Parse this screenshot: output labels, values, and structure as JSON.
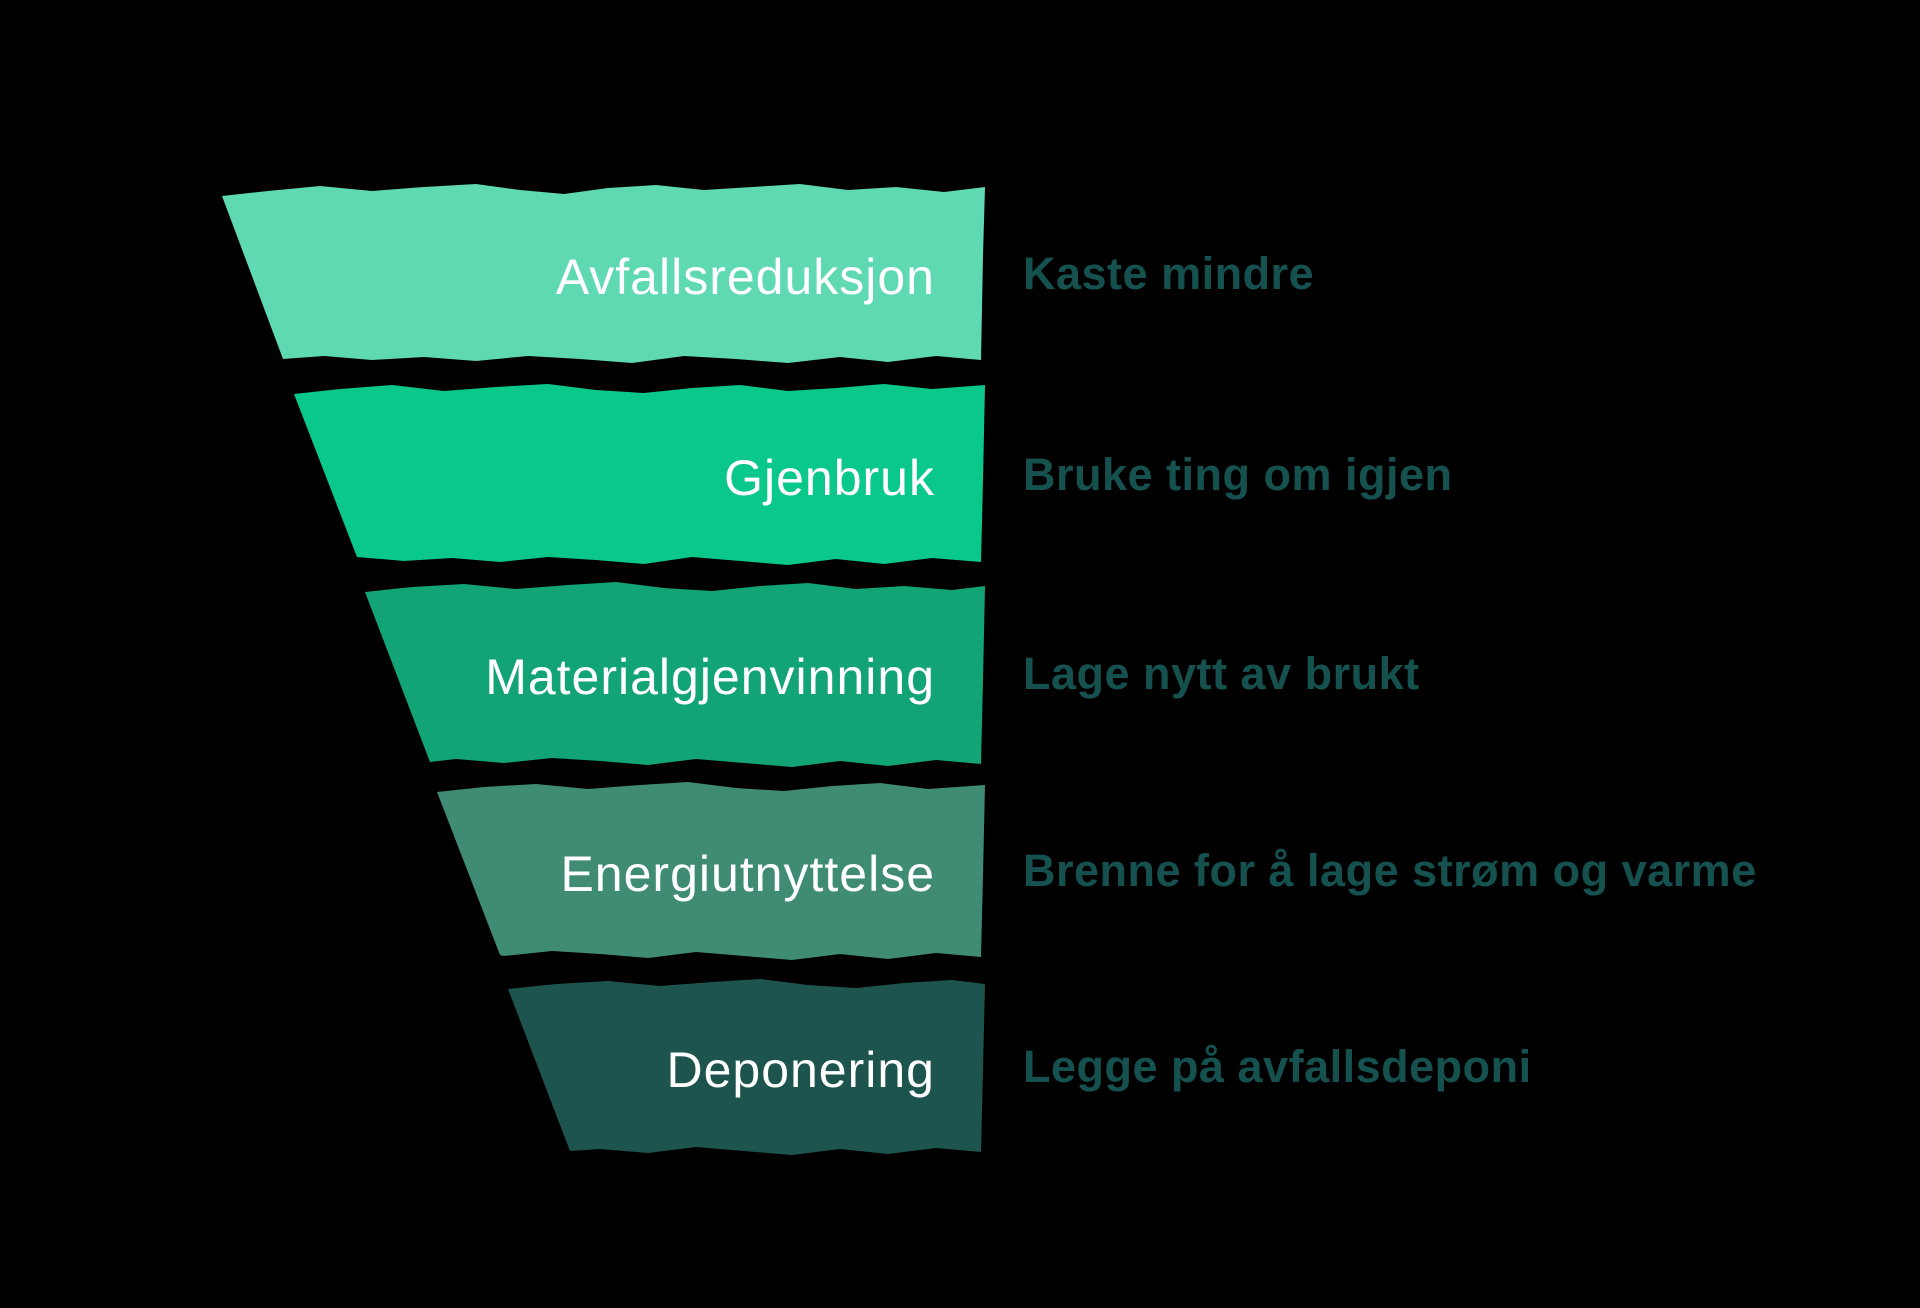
{
  "background_color": "#000000",
  "funnel": {
    "levels": [
      {
        "label": "Avfallsreduksjon",
        "description": "Kaste mindre",
        "color": "#5ED9B1"
      },
      {
        "label": "Gjenbruk",
        "description": "Bruke ting om igjen",
        "color": "#0AC78B"
      },
      {
        "label": "Materialgjenvinning",
        "description": "Lage nytt av brukt",
        "color": "#12A377"
      },
      {
        "label": "Energiutnyttelse",
        "description": "Brenne for å lage strøm og varme",
        "color": "#3F8B73"
      },
      {
        "label": "Deponering",
        "description": "Legge på avfallsdeponi",
        "color": "#1D554E"
      }
    ],
    "label_color": "#FFFFFF",
    "description_color": "#15524F"
  }
}
